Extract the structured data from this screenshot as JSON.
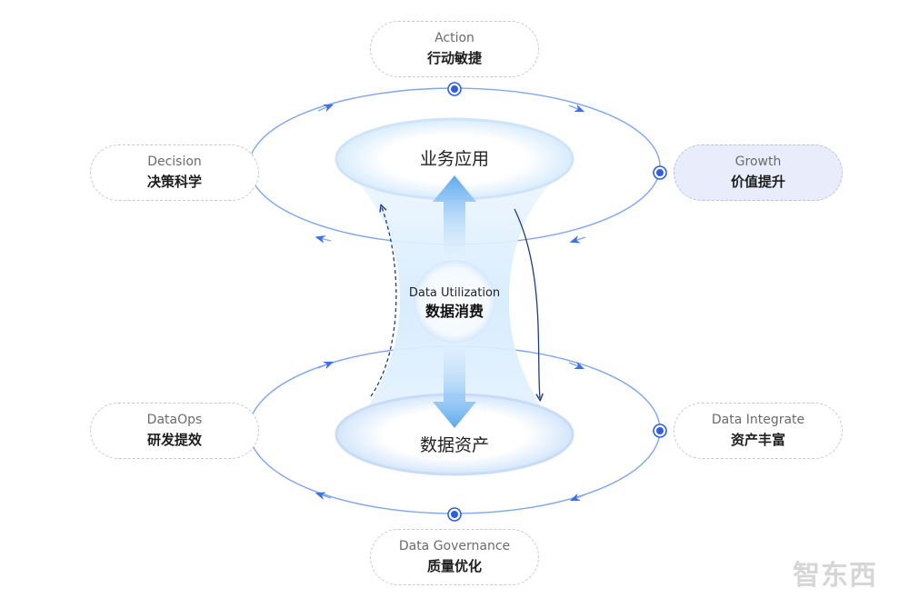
{
  "nodes": {
    "action": {
      "en": "Action",
      "zh": "行动敏捷"
    },
    "decision": {
      "en": "Decision",
      "zh": "决策科学"
    },
    "growth": {
      "en": "Growth",
      "zh": "价值提升"
    },
    "dataops": {
      "en": "DataOps",
      "zh": "研发提效"
    },
    "integrate": {
      "en": "Data Integrate",
      "zh": "资产丰富"
    },
    "governance": {
      "en": "Data Governance",
      "zh": "质量优化"
    }
  },
  "layers": {
    "top": "业务应用",
    "bottom": "数据资产"
  },
  "center": {
    "en": "Data Utilization",
    "zh": "数据消费"
  },
  "watermark": "智东西",
  "colors": {
    "ring": "#6f9cf0",
    "dot": "#2f5fe0",
    "arrow_up": "#5aa8ef",
    "arrow_down": "#5aa8ef",
    "dark_curve": "#1d3f7a",
    "highlight_pill": "#e9edfb"
  }
}
